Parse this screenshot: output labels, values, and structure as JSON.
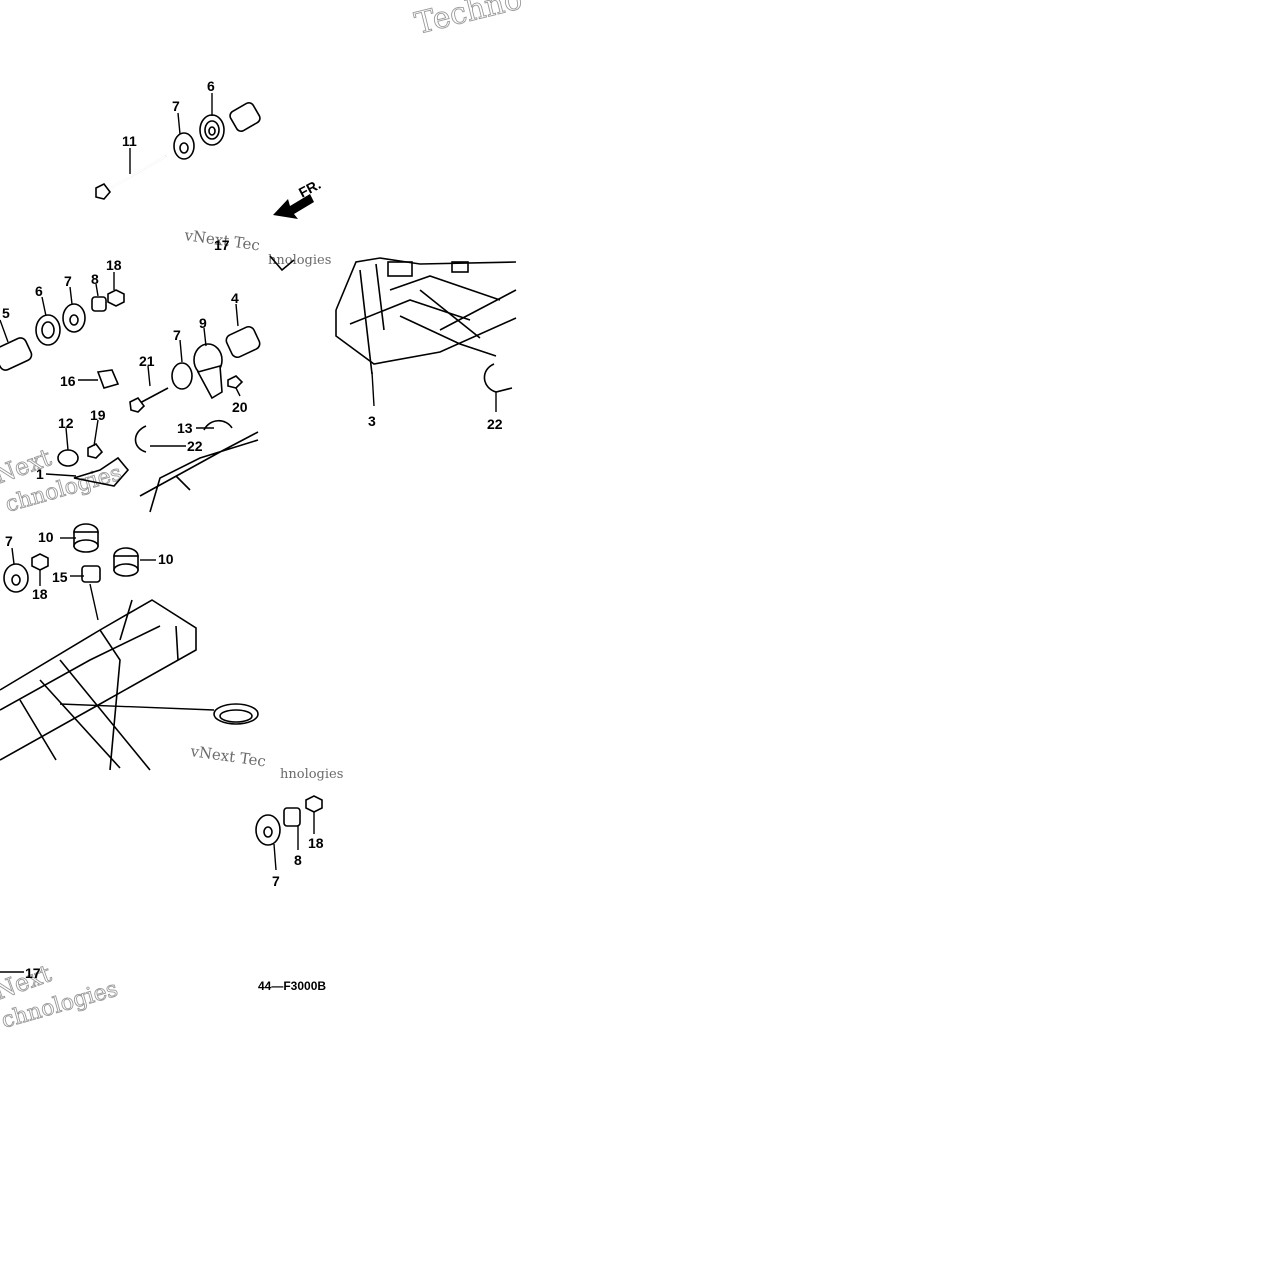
{
  "diagram": {
    "code": "44—F3000B",
    "direction_label": "FR.",
    "watermark_outline": "Techno",
    "watermark_small": "vNext Tec",
    "watermark_small_2": "hnologies",
    "watermark_big_next": "Next",
    "watermark_big_tech": "chnologies"
  },
  "callouts": {
    "c11": "11",
    "c7a": "7",
    "c6a": "6",
    "c17a": "17",
    "c5": "5",
    "c6b": "6",
    "c7b": "7",
    "c8a": "8",
    "c18a": "18",
    "c4": "4",
    "c9": "9",
    "c7c": "7",
    "c21": "21",
    "c16": "16",
    "c20": "20",
    "c12": "12",
    "c19": "19",
    "c13": "13",
    "c22a": "22",
    "c1": "1",
    "c3": "3",
    "c22b": "22",
    "c10a": "10",
    "c10b": "10",
    "c7d": "7",
    "c18b": "18",
    "c15": "15",
    "c7e": "7",
    "c8b": "8",
    "c18c": "18",
    "c17b": "17"
  }
}
